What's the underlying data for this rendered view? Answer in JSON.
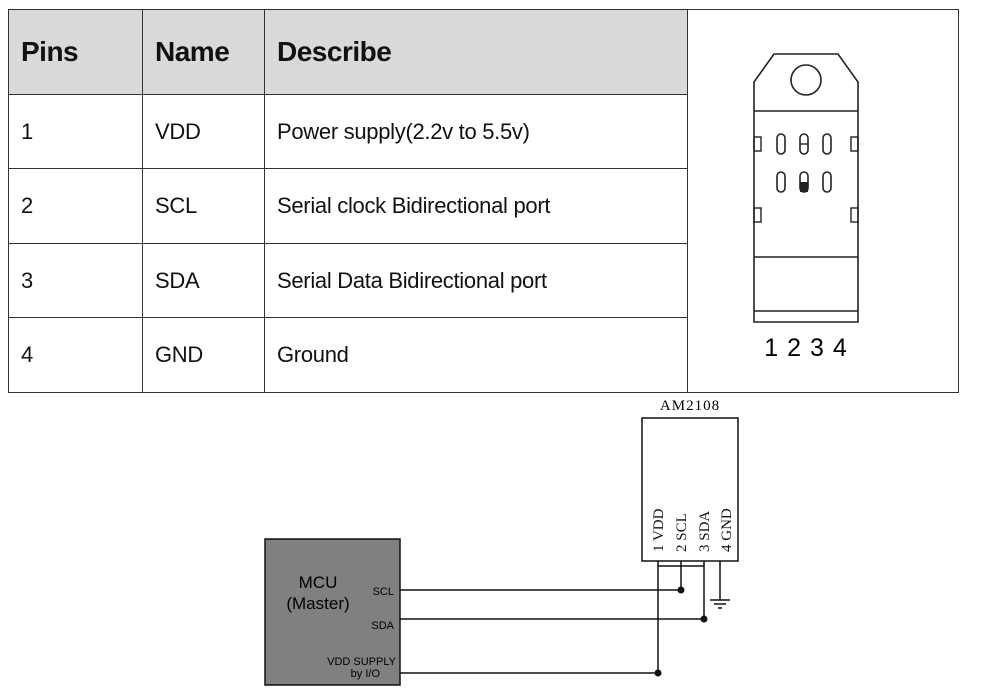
{
  "table": {
    "headers": [
      "Pins",
      "Name",
      "Describe"
    ],
    "rows": [
      {
        "pin": "1",
        "name": "VDD",
        "desc": "Power supply(2.2v to 5.5v)"
      },
      {
        "pin": "2",
        "name": "SCL",
        "desc": "Serial clock Bidirectional port"
      },
      {
        "pin": "3",
        "name": "SDA",
        "desc": "Serial Data Bidirectional port"
      },
      {
        "pin": "4",
        "name": "GND",
        "desc": "Ground"
      }
    ]
  },
  "package": {
    "pin_numbers": "1 2 3 4"
  },
  "circuit": {
    "sensor_title": "AM2108",
    "sensor_pins": [
      "1 VDD",
      "2 SCL",
      "3 SDA",
      "4 GND"
    ],
    "mcu_line1": "MCU",
    "mcu_line2": "(Master)",
    "mcu_scl": "SCL",
    "mcu_sda": "SDA",
    "mcu_vdd_line1": "VDD SUPPLY",
    "mcu_vdd_line2": "by I/O",
    "colors": {
      "mcu_fill": "#808080",
      "line": "#111111",
      "header_fill": "#d9d9d9"
    }
  }
}
